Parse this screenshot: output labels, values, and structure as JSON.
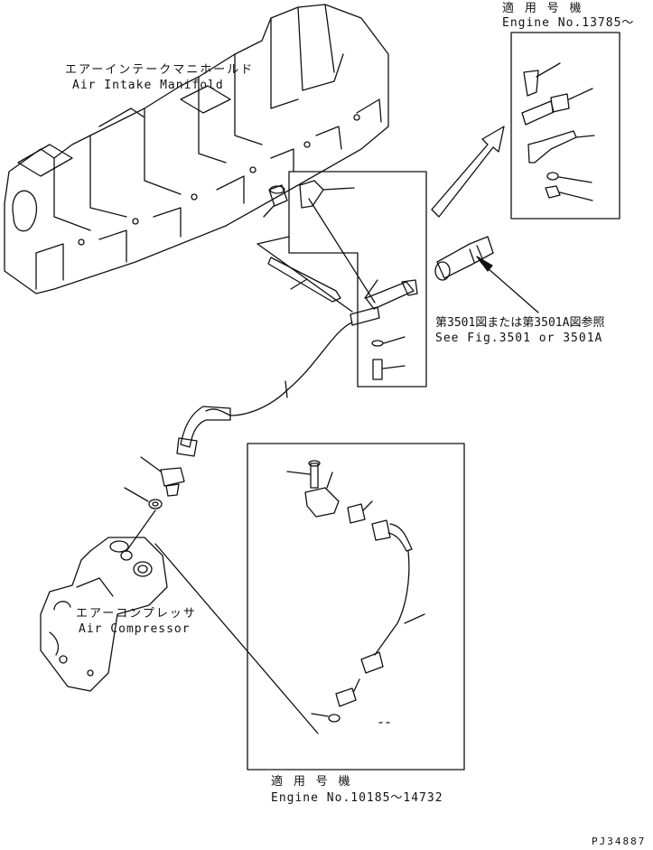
{
  "labels": {
    "manifold_jp": "エアーインテークマニホールド",
    "manifold_en": "Air Intake Manifold",
    "compressor_jp": "エアーコンプレッサ",
    "compressor_en": "Air Compressor",
    "ref_jp": "第3501図または第3501A図参照",
    "ref_en": "See Fig.3501 or 3501A",
    "top_applic_jp": "適 用 号 機",
    "top_applic_en": "Engine No.13785～",
    "bottom_applic_jp": "適 用 号 機",
    "bottom_applic_en": "Engine No.10185～14732",
    "drawing_id": "PJ34887"
  },
  "icons": [
    "air-intake-manifold",
    "air-compressor",
    "hose",
    "connector",
    "bolt",
    "washer",
    "nut",
    "clamp",
    "bracket",
    "arrow"
  ]
}
